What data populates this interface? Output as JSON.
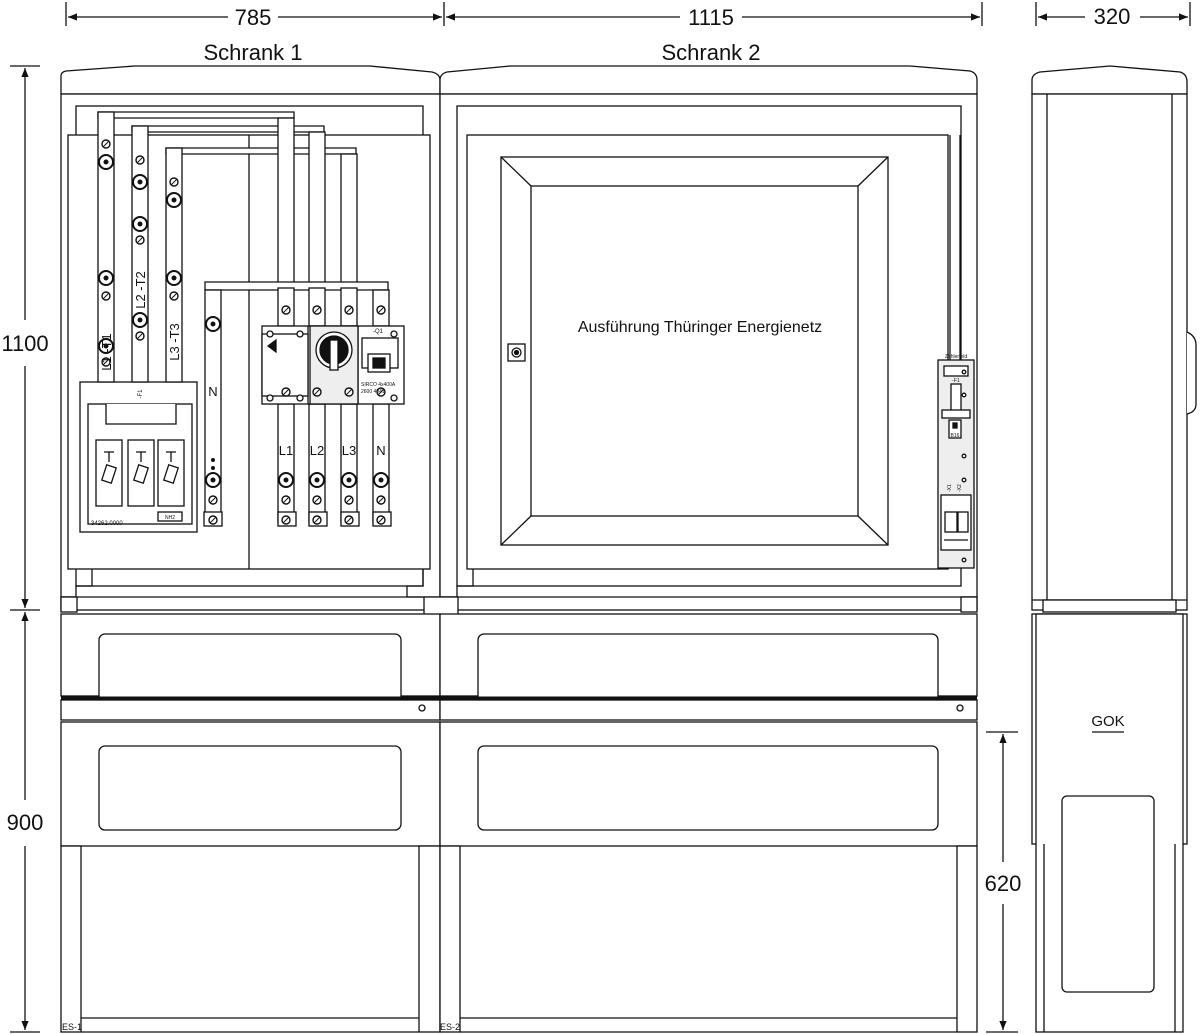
{
  "dimensions": {
    "width_cabinet1": "785",
    "width_cabinet2": "1115",
    "depth": "320",
    "height_upper": "1100",
    "height_lower": "900",
    "height_ground": "620"
  },
  "titles": {
    "cabinet1": "Schrank 1",
    "cabinet2": "Schrank 2"
  },
  "door_note": "Ausführung Thüringer Energienetz",
  "busbars": {
    "l1": "L1 -T1",
    "l2": "L2 -T2",
    "l3": "L3 -T3",
    "neutral": "N"
  },
  "fuse": {
    "tag": "-F1",
    "part_number": "34262.0000",
    "size": "NH2"
  },
  "switch": {
    "tag": "-Q1",
    "line1": "SIRCO 4x400A",
    "line2": "2600 4041"
  },
  "outputs": [
    "L1",
    "L2",
    "L3",
    "N"
  ],
  "side_panel": {
    "top": "Zählerfeld",
    "f1": "-F1",
    "rating": "B16",
    "x1": "-X1",
    "x2": "-X2"
  },
  "ground_label": "GOK",
  "foot_labels": {
    "cabinet1": "ES-1",
    "cabinet2": "ES-2"
  },
  "colors": {
    "line": "#111111",
    "panel_fill": "#ffffff",
    "door_shade": "#eeeeee"
  }
}
